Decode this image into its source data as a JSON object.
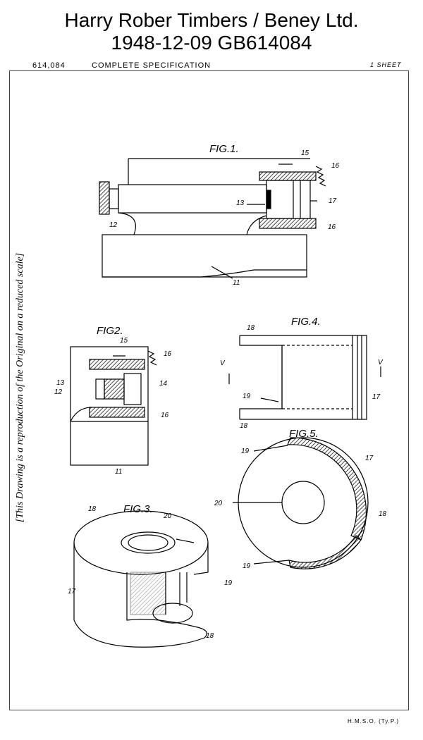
{
  "title_line1": "Harry Rober Timbers / Beney Ltd.",
  "title_line2": "1948-12-09     GB614084",
  "header": {
    "number": "614,084",
    "spec": "COMPLETE  SPECIFICATION",
    "sheet": "1 SHEET"
  },
  "side_note": "[This Drawing is a reproduction of the Original on a reduced scale]",
  "figures": {
    "fig1": "FIG.1.",
    "fig2": "FIG2.",
    "fig3": "FIG.3.",
    "fig4": "FIG.4.",
    "fig5": "FIG.5."
  },
  "fig1_labels": [
    "15",
    "16",
    "13",
    "17",
    "12",
    "16",
    "11"
  ],
  "fig2_labels": [
    "15",
    "16",
    "13",
    "12",
    "14",
    "16",
    "11"
  ],
  "fig3_labels": [
    "18",
    "20",
    "17",
    "19",
    "18"
  ],
  "fig4_labels": [
    "18",
    "V",
    "V",
    "19",
    "17",
    "18"
  ],
  "fig5_labels": [
    "19",
    "17",
    "20",
    "18",
    "19"
  ],
  "footer": "H.M.S.O. (Ty.P.)"
}
